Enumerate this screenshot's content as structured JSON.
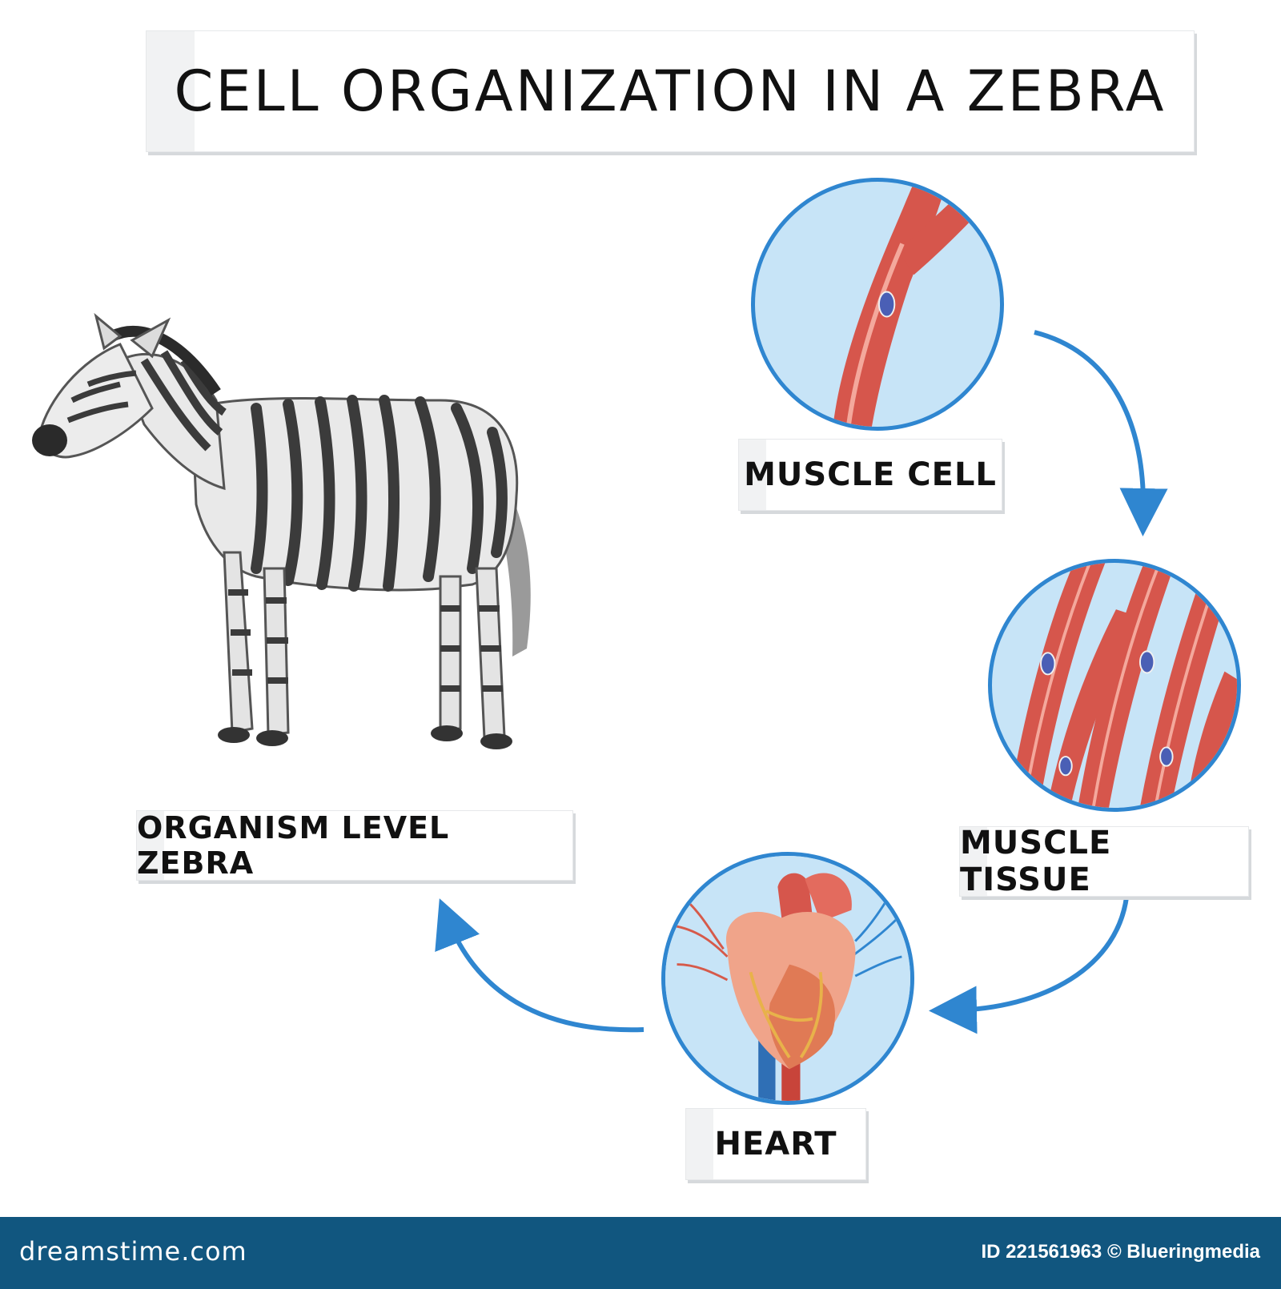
{
  "title": "CELL ORGANIZATION IN A ZEBRA",
  "stages": {
    "muscle_cell": "MUSCLE CELL",
    "muscle_tissue": "MUSCLE TISSUE",
    "heart": "HEART",
    "organism": "ORGANISM LEVEL ZEBRA"
  },
  "footer": {
    "brand": "dreamstime.com",
    "credit": "ID 221561963 © Blueringmedia"
  },
  "colors": {
    "arrow": "#2f86d0",
    "footer": "#11567f",
    "muscle": "#d6564c",
    "circle_bg": "#c7e4f7"
  },
  "icons": [
    "zebra-illustration",
    "muscle-cell-icon",
    "muscle-tissue-icon",
    "heart-icon",
    "flow-arrow"
  ]
}
